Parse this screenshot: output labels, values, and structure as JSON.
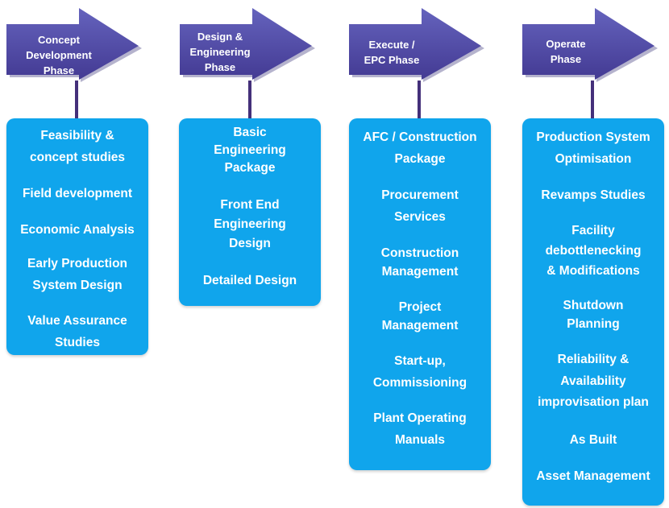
{
  "colors": {
    "arrow_fill": "#5250a9",
    "arrow_dark": "#3a2f80",
    "connector": "#44307a",
    "box_fill": "#10a5ec",
    "text": "#ffffff"
  },
  "phases": [
    {
      "title": "Concept\nDevelopment\nPhase",
      "items": [
        "Feasibility &\nconcept studies",
        "Field development",
        "Economic Analysis",
        "Early Production\nSystem Design",
        "Value Assurance\nStudies"
      ]
    },
    {
      "title": "Design &\nEngineering\nPhase",
      "items": [
        "Basic\nEngineering\nPackage",
        "Front End\nEngineering\nDesign",
        "Detailed Design"
      ]
    },
    {
      "title": "Execute /\nEPC Phase",
      "items": [
        "AFC / Construction\nPackage",
        "Procurement\nServices",
        "Construction\nManagement",
        "Project\nManagement",
        "Start-up,\nCommissioning",
        "Plant Operating\nManuals"
      ]
    },
    {
      "title": "Operate\nPhase",
      "items": [
        "Production System\nOptimisation",
        "Revamps Studies",
        "Facility\ndebottlenecking\n& Modifications",
        "Shutdown\nPlanning",
        "Reliability &\nAvailability\nimprovisation plan",
        "As Built",
        "Asset Management"
      ]
    }
  ]
}
